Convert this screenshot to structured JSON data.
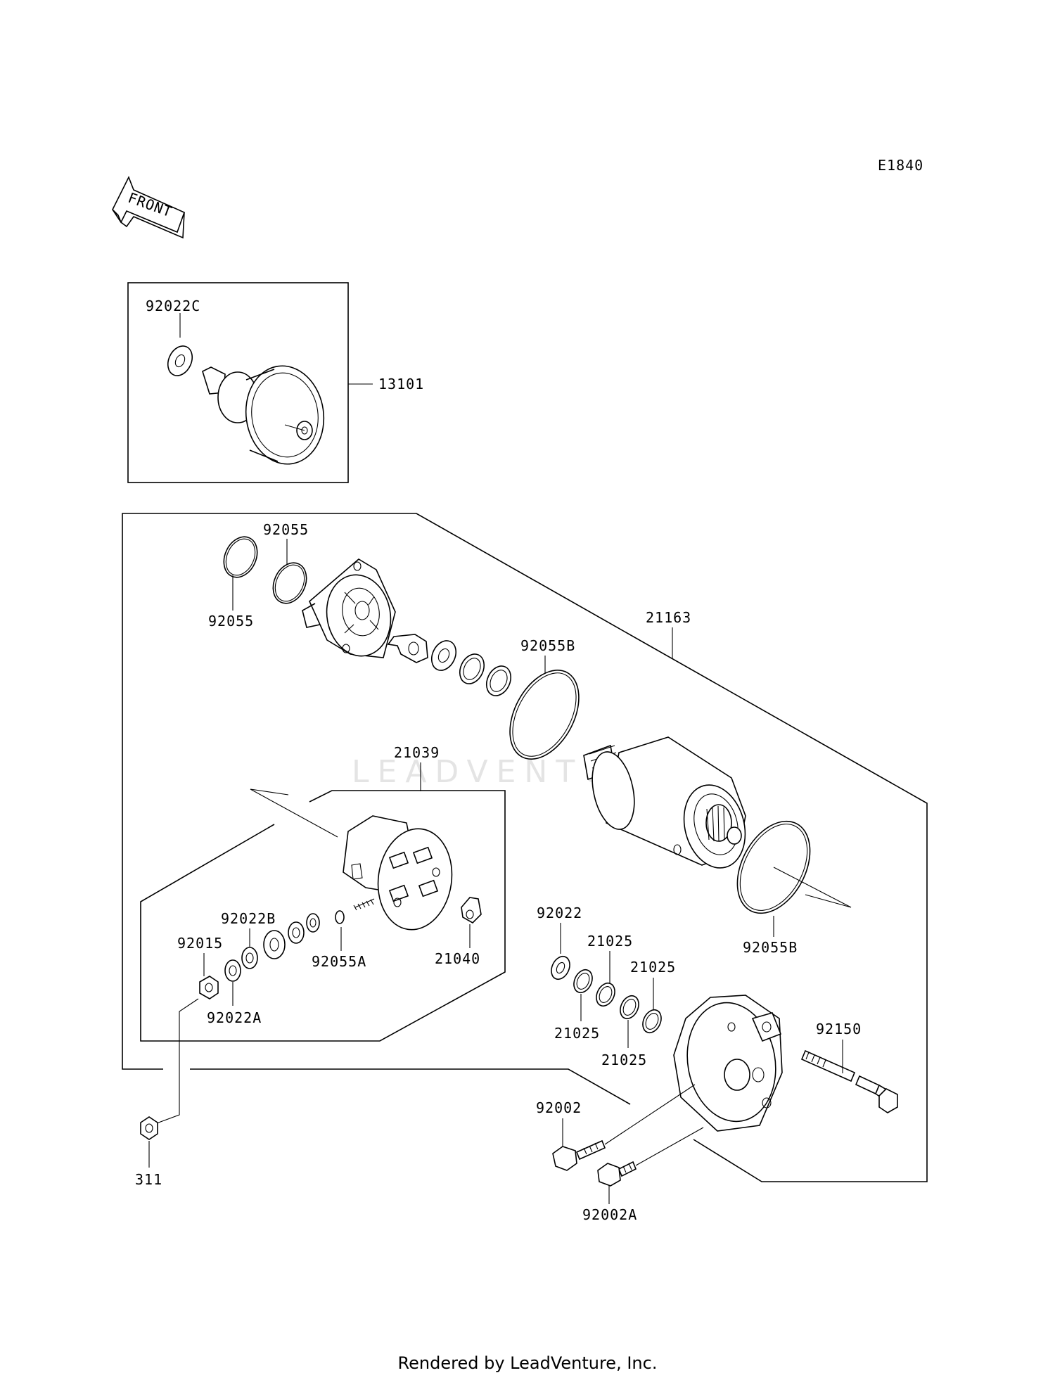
{
  "diagram_code": "E1840",
  "front_label": "FRONT",
  "watermark": "LEADVENTURE",
  "footer": "Rendered by LeadVenture, Inc.",
  "parts": {
    "p92022C": "92022C",
    "p13101": "13101",
    "p92055_top": "92055",
    "p92055_bottom": "92055",
    "p21163": "21163",
    "p92055B_top": "92055B",
    "p92055B_bottom": "92055B",
    "p21039": "21039",
    "p92022B": "92022B",
    "p92015": "92015",
    "p92055A": "92055A",
    "p21040": "21040",
    "p92022A": "92022A",
    "p92022": "92022",
    "p21025_a": "21025",
    "p21025_b": "21025",
    "p21025_c": "21025",
    "p21025_d": "21025",
    "p92150": "92150",
    "p92002": "92002",
    "p92002A": "92002A",
    "p311": "311"
  }
}
